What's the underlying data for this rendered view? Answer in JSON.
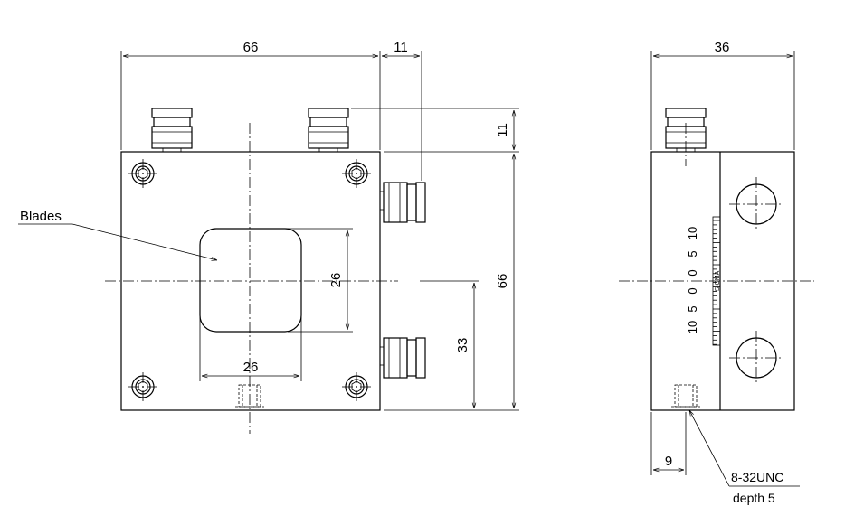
{
  "dimensions": {
    "width_66": "66",
    "width_11": "11",
    "height_11": "11",
    "height_66": "66",
    "height_33": "33",
    "aperture_w": "26",
    "aperture_h": "26",
    "side_width": "36",
    "offset_9": "9"
  },
  "labels": {
    "blades": "Blades",
    "thread": "8-32UNC",
    "depth": "depth 5"
  },
  "scale": {
    "upper": [
      "10",
      "5",
      "0"
    ],
    "lower": [
      "0",
      "5",
      "10"
    ],
    "brand": "SIGMA"
  }
}
